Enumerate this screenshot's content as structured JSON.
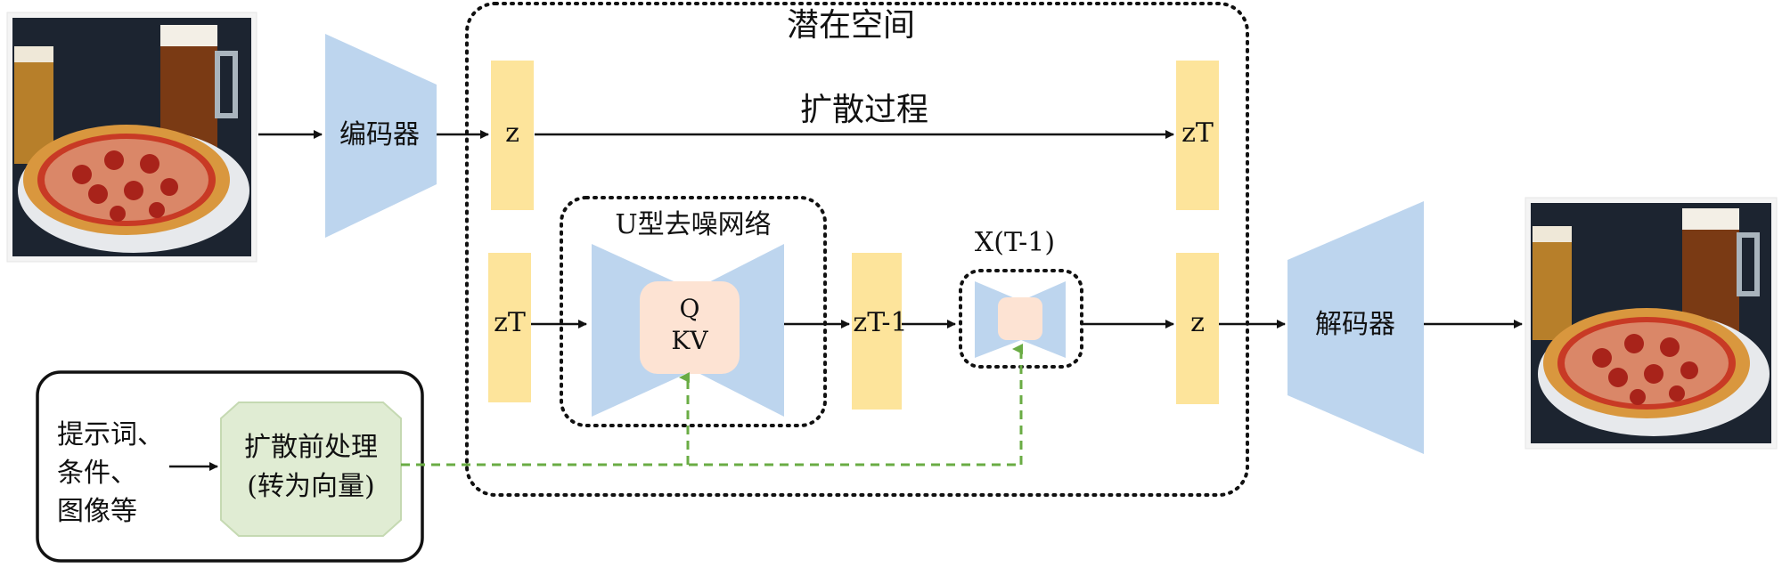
{
  "latent_space": {
    "title": "潜在空间"
  },
  "encoder": {
    "label": "编码器"
  },
  "decoder": {
    "label": "解码器"
  },
  "diffusion": {
    "label": "扩散过程",
    "z_in": "z",
    "z_out": "zT"
  },
  "denoise": {
    "zt_in": "zT",
    "unet_title": "U型去噪网络",
    "attention_q": "Q",
    "attention_kv": "KV",
    "zt_minus_1": "zT-1",
    "xt_label": "X(T-1)",
    "z_out": "z"
  },
  "conditioning": {
    "inputs_line1": "提示词、",
    "inputs_line2": "条件、",
    "inputs_line3": "图像等",
    "preprocess_line1": "扩散前处理",
    "preprocess_line2": "(转为向量)"
  },
  "colors": {
    "encoder_fill": "#bdd5ee",
    "latent_fill": "#fde49b",
    "attention_fill": "#fde3d3",
    "preprocess_fill": "#e0ecd3",
    "preprocess_border": "#c5d9b2",
    "condition_arrow": "#6aac44"
  },
  "images": {
    "input_image": "pizza-and-beer-photo",
    "output_image": "pizza-and-beer-photo"
  }
}
